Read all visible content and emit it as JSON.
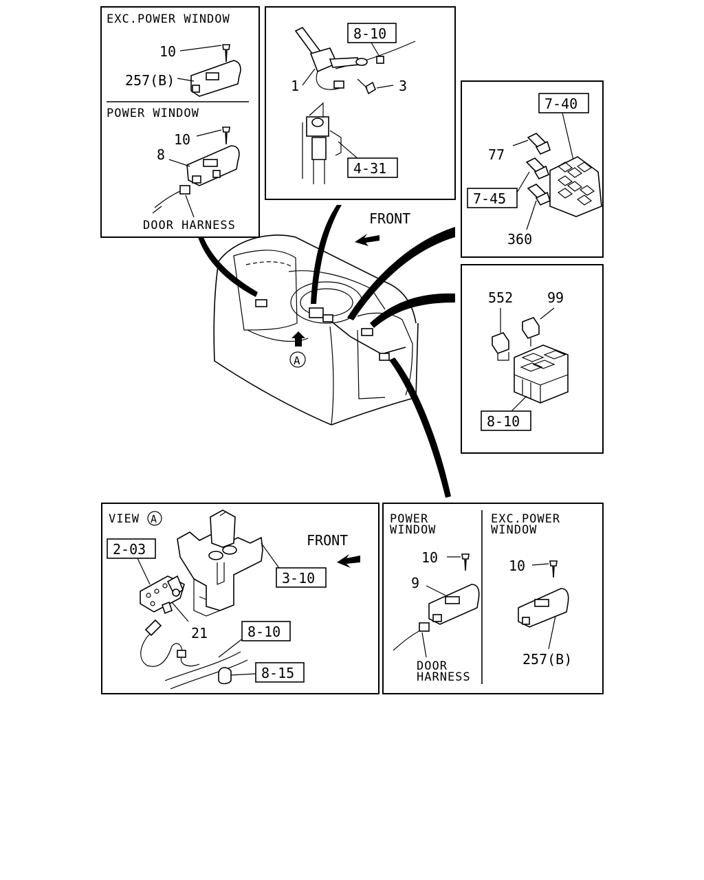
{
  "panels": {
    "switch_top_left": {
      "header_exc": "EXC.POWER WINDOW",
      "header_pw": "POWER WINDOW",
      "screw_1": "10",
      "switch_1": "257(B)",
      "screw_2": "10",
      "switch_2": "8",
      "harness": "DOOR HARNESS"
    },
    "column_switch": {
      "ref_1": "8-10",
      "part_1": "1",
      "part_3": "3",
      "ref_2": "4-31"
    },
    "relay_block": {
      "ref_1": "7-40",
      "part_77": "77",
      "ref_2": "7-45",
      "part_360": "360"
    },
    "fuse_box": {
      "part_552": "552",
      "part_99": "99",
      "ref_1": "8-10"
    },
    "center": {
      "front": "FRONT",
      "view_marker": "A"
    },
    "view_a": {
      "title": "VIEW",
      "marker": "A",
      "front": "FRONT",
      "ref_203": "2-03",
      "ref_310": "3-10",
      "part_21": "21",
      "ref_810": "8-10",
      "ref_815": "8-15"
    },
    "switch_bottom_right": {
      "header_pw_1": "POWER",
      "header_pw_2": "WINDOW",
      "header_exc_1": "EXC.POWER",
      "header_exc_2": "WINDOW",
      "screw_1": "10",
      "switch_1": "9",
      "harness_1": "DOOR",
      "harness_2": "HARNESS",
      "screw_2": "10",
      "switch_2": "257(B)"
    }
  }
}
